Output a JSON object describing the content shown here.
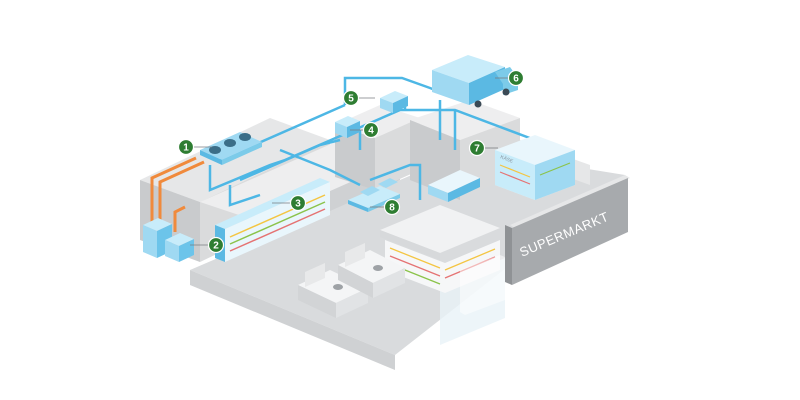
{
  "store": {
    "sign": "SUPERMARKT",
    "counter_sign": "KÄSE"
  },
  "colors": {
    "pipe": "#4db7e5",
    "pipe_hot": "#f08a3c",
    "equipment": "#9fd9f2",
    "equipment_dark": "#5bb9e3",
    "badge": "#2e7d32",
    "wall_light": "#e6e7e8",
    "wall_mid": "#c9cbcd",
    "wall_dark": "#a7aaad",
    "floor": "#d9dbdd"
  },
  "badges": [
    {
      "number": "1",
      "icon": "condenser-unit-icon"
    },
    {
      "number": "2",
      "icon": "compressor-rack-icon"
    },
    {
      "number": "3",
      "icon": "refrigerated-shelf-icon"
    },
    {
      "number": "4",
      "icon": "evaporator-icon"
    },
    {
      "number": "5",
      "icon": "evaporator-icon"
    },
    {
      "number": "6",
      "icon": "refrigerated-truck-icon"
    },
    {
      "number": "7",
      "icon": "cheese-counter-icon"
    },
    {
      "number": "8",
      "icon": "freezer-island-icon"
    }
  ]
}
